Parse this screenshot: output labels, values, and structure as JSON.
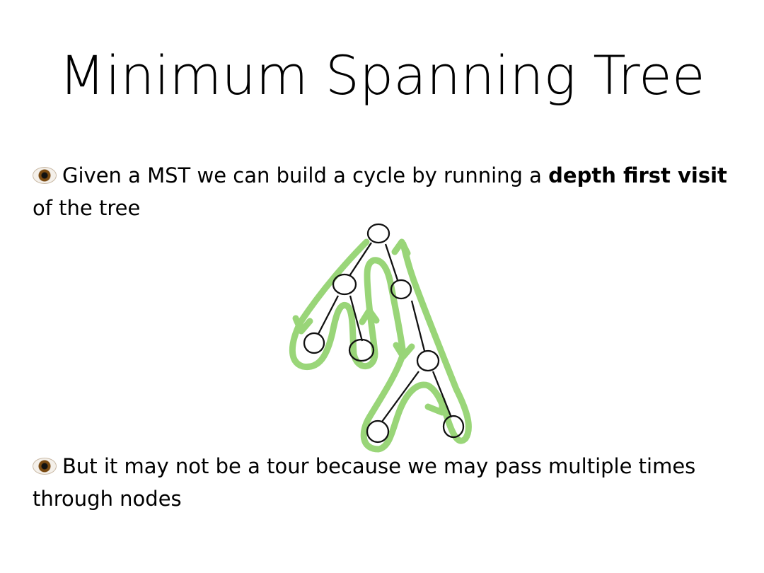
{
  "slide": {
    "title": "Minimum Spanning Tree",
    "bullets": [
      {
        "icon": "eye-icon",
        "text_before": "Given a MST we can build a cycle by running a ",
        "bold": "depth first visit",
        "text_after": " of the tree"
      },
      {
        "icon": "eye-icon",
        "text": "But it may not be a tour because we may pass multiple times through nodes"
      }
    ],
    "colors": {
      "path": "#8fd16a",
      "tree": "#111111"
    }
  }
}
